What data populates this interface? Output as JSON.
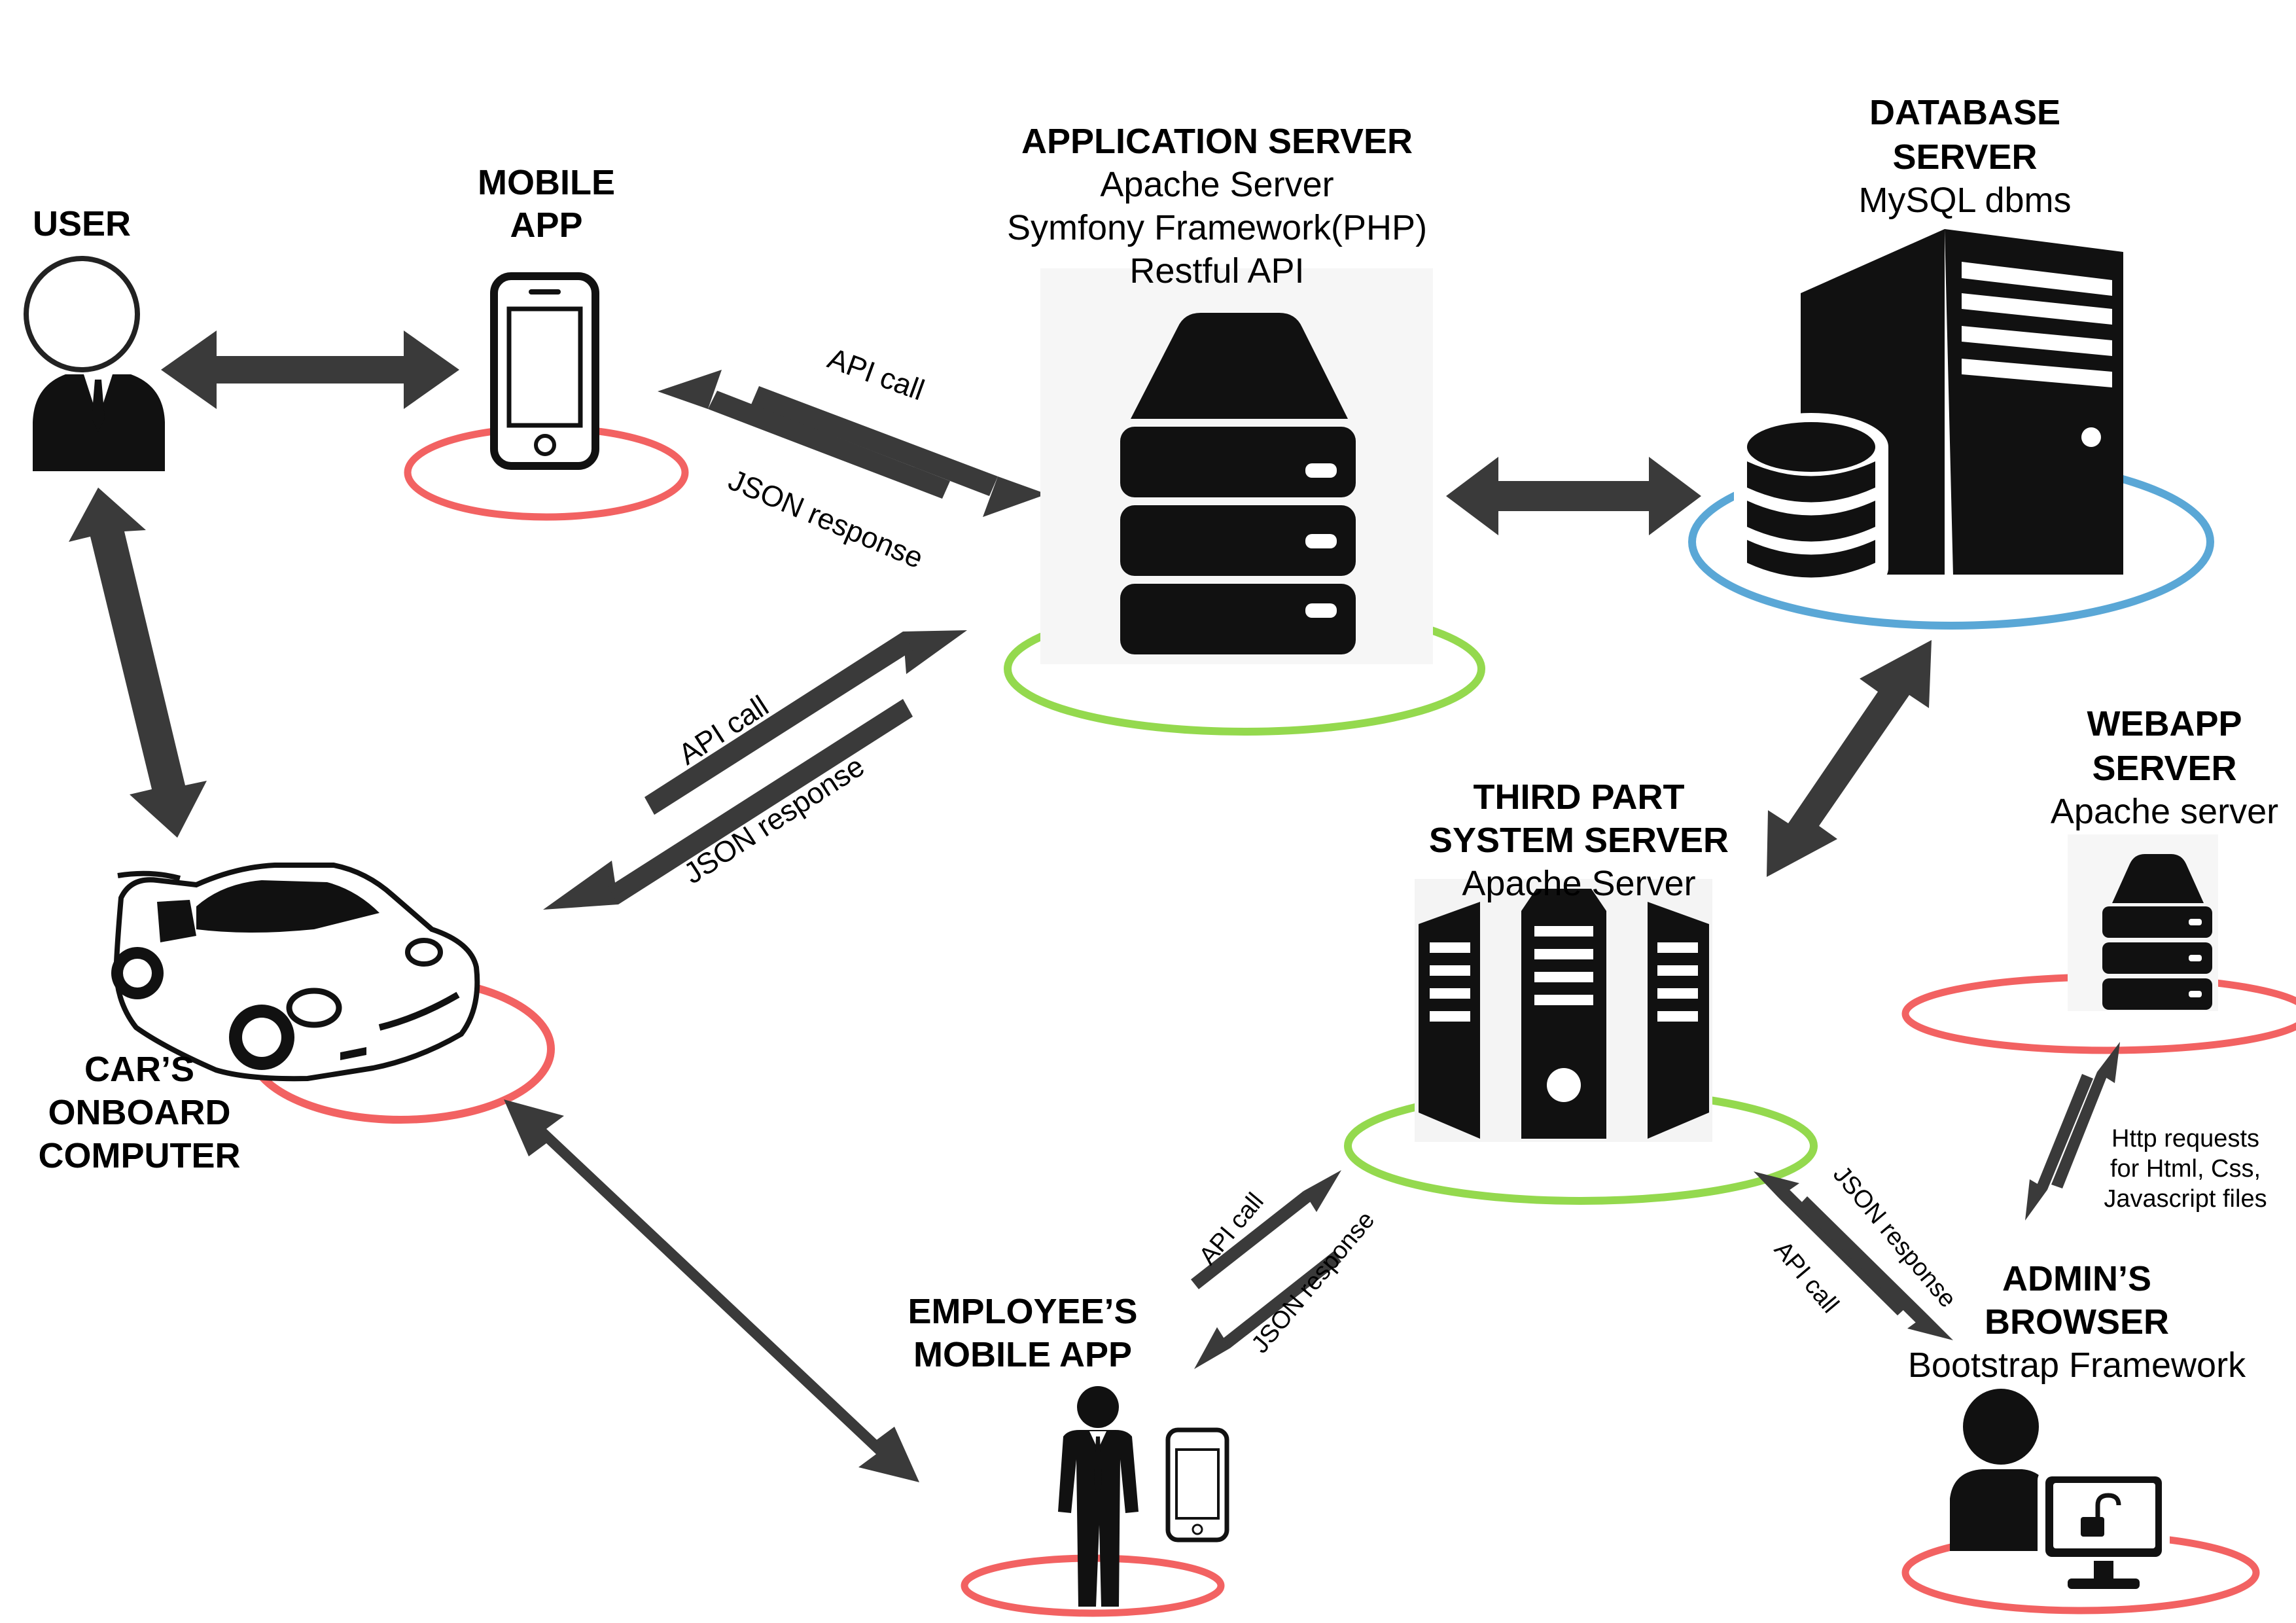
{
  "colors": {
    "ring_red": "#f26262",
    "ring_green": "#94d94e",
    "ring_blue": "#5aa7d6",
    "arrow": "#3a3a3a",
    "icon": "#111111"
  },
  "nodes": {
    "user": {
      "title": [
        "USER"
      ],
      "subtitle": [],
      "icon": "user-icon"
    },
    "mobile_app": {
      "title": [
        "MOBILE",
        "APP"
      ],
      "subtitle": [],
      "icon": "smartphone-icon"
    },
    "application_server": {
      "title": [
        "APPLICATION SERVER"
      ],
      "subtitle": [
        "Apache Server",
        "Symfony Framework(PHP)",
        "Restful API"
      ],
      "icon": "server-icon"
    },
    "database_server": {
      "title": [
        "DATABASE",
        "SERVER"
      ],
      "subtitle": [
        "MySQL dbms"
      ],
      "icon": "database-server-icon"
    },
    "car": {
      "title": [
        "CAR’S",
        "ONBOARD",
        "COMPUTER"
      ],
      "subtitle": [],
      "icon": "car-icon"
    },
    "third_part": {
      "title": [
        "THIRD PART",
        "SYSTEM SERVER"
      ],
      "subtitle": [
        "Apache Server"
      ],
      "icon": "server-rack-icon"
    },
    "webapp": {
      "title": [
        "WEBAPP",
        "SERVER"
      ],
      "subtitle": [
        "Apache server"
      ],
      "icon": "server-icon"
    },
    "employee_app": {
      "title": [
        "EMPLOYEE’S",
        "MOBILE APP"
      ],
      "subtitle": [],
      "icon": "employee-icon"
    },
    "admin_browser": {
      "title": [
        "ADMIN’S",
        "BROWSER"
      ],
      "subtitle": [
        "Bootstrap Framework"
      ],
      "icon": "admin-computer-icon"
    }
  },
  "edges": {
    "mobile_api_call": "API call",
    "mobile_json_response": "JSON response",
    "car_api_call": "API call",
    "car_json_response": "JSON response",
    "employee_api_call": "API call",
    "employee_json_response": "JSON response",
    "admin_api_call": "API call",
    "admin_json_response": "JSON response",
    "http_requests": [
      "Http requests",
      "for Html, Css,",
      "Javascript files"
    ]
  }
}
